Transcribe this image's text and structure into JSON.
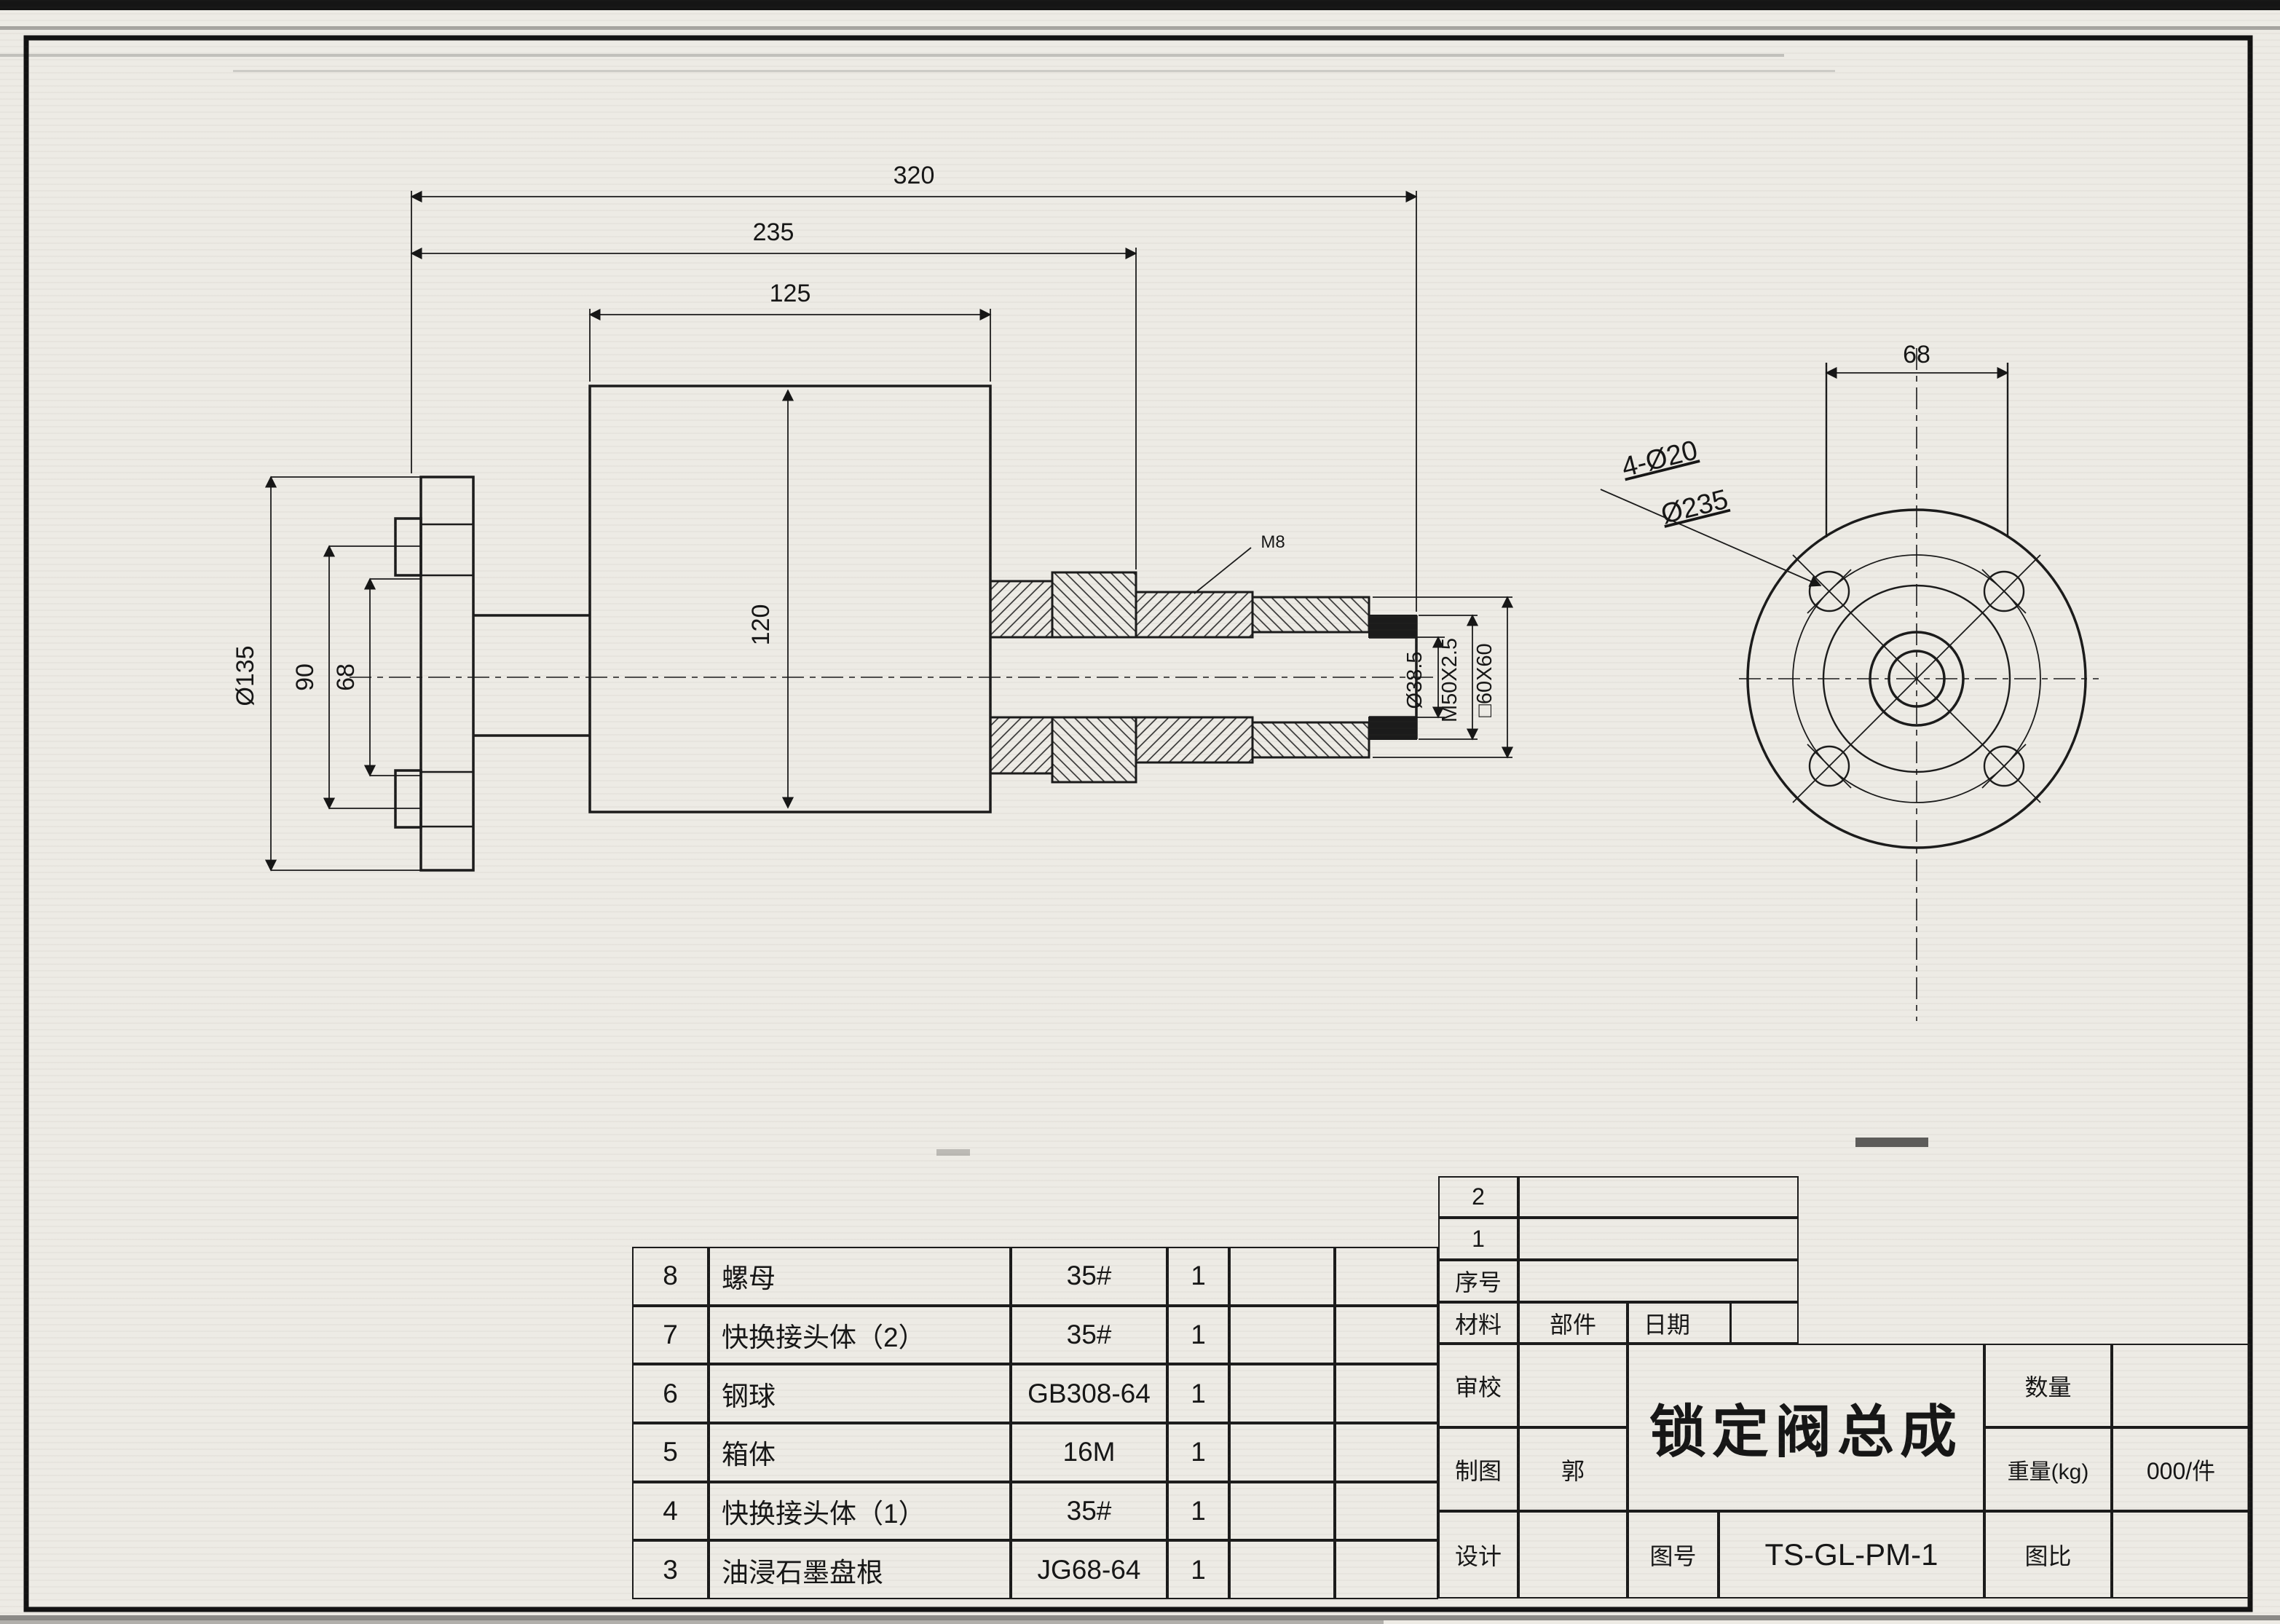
{
  "dims": {
    "d320": "320",
    "d235": "235",
    "d125": "125",
    "d120": "120",
    "flange_od": "Ø135",
    "bolt_circle": "90",
    "left_68": "68",
    "bore": "Ø38.5",
    "thread": "M50X2.5",
    "square": "□60X60",
    "end_68": "68",
    "holes": "4-Ø20",
    "end_od": "Ø235",
    "callout_m8": "M8"
  },
  "bom": {
    "rows": [
      {
        "seq": "8",
        "name": "螺母",
        "spec": "35#",
        "qty": "1"
      },
      {
        "seq": "7",
        "name": "快换接头体（2）",
        "spec": "35#",
        "qty": "1"
      },
      {
        "seq": "6",
        "name": "钢球",
        "spec": "GB308-64",
        "qty": "1"
      },
      {
        "seq": "5",
        "name": "箱体",
        "spec": "16M",
        "qty": "1"
      },
      {
        "seq": "4",
        "name": "快换接头体（1）",
        "spec": "35#",
        "qty": "1"
      },
      {
        "seq": "3",
        "name": "油浸石墨盘根",
        "spec": "JG68-64",
        "qty": "1"
      }
    ]
  },
  "title_block": {
    "row_2": "2",
    "row_1": "1",
    "seq_label": "序号",
    "material": "材料",
    "part": "部件",
    "date": "日期",
    "review": "审校",
    "draft": "制图",
    "draft_by": "郭",
    "design": "设计",
    "title": "锁定阀总成",
    "qty_label": "数量",
    "weight_label": "重量(kg)",
    "weight_value": "000/件",
    "drawing_no_label": "图号",
    "drawing_no": "TS-GL-PM-1",
    "scale_label": "图比"
  }
}
